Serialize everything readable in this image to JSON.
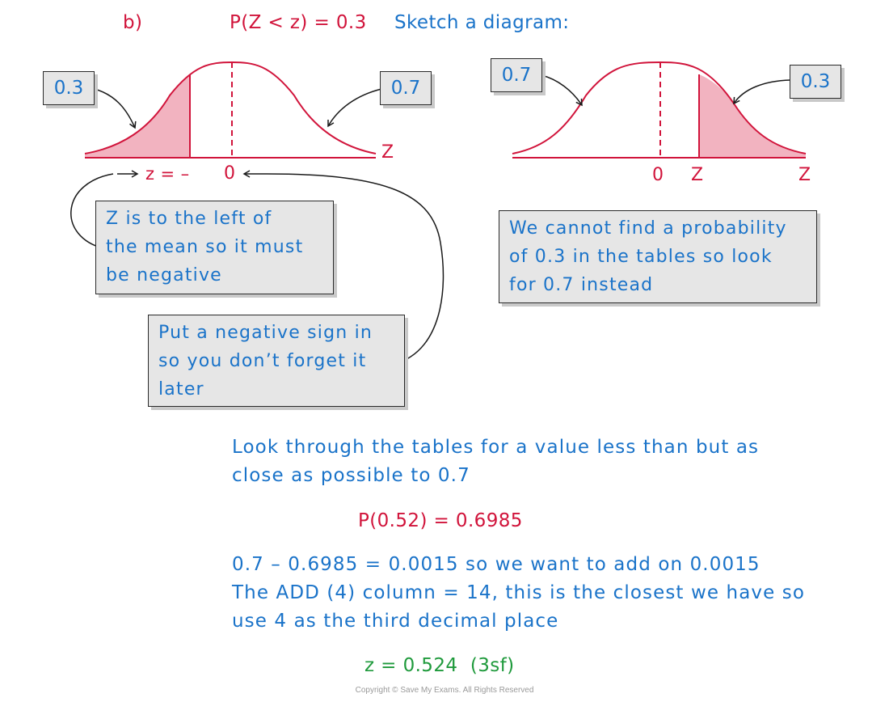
{
  "header": {
    "part": "b)",
    "equation": "P(Z < z) = 0.3",
    "instruction": "Sketch a diagram:"
  },
  "left_diagram": {
    "tag_left": "0.3",
    "tag_right": "0.7",
    "axis_end_label": "Z",
    "below_left": "z = –",
    "below_zero": "0"
  },
  "right_diagram": {
    "tag_left": "0.7",
    "tag_right": "0.3",
    "label_zero": "0",
    "label_z": "Z",
    "axis_end_label": "Z"
  },
  "notes": {
    "left_of_mean": [
      "Z is to the left of",
      "the mean so it must",
      "be negative"
    ],
    "negative_sign": [
      "Put a negative sign in",
      "so you don’t forget it",
      "later"
    ],
    "cannot_find": [
      "We cannot find a probability",
      "of 0.3 in the tables so look",
      "for 0.7 instead"
    ]
  },
  "working": {
    "look_through": [
      "Look through the tables for a value less than but as",
      "close as possible to 0.7"
    ],
    "p_value": "P(0.52) = 0.6985",
    "difference": [
      "0.7 – 0.6985 = 0.0015 so we want to add on 0.0015",
      "The ADD (4) column = 14, this is the closest we have so",
      "use 4 as the third decimal place"
    ],
    "answer": "z = 0.524  (3sf)"
  },
  "copyright": "Copyright © Save My Exams. All Rights Reserved",
  "colors": {
    "blue": "#1a73c9",
    "red": "#d1143b",
    "green": "#1f9a3c",
    "shade": "#f2b3c0"
  }
}
